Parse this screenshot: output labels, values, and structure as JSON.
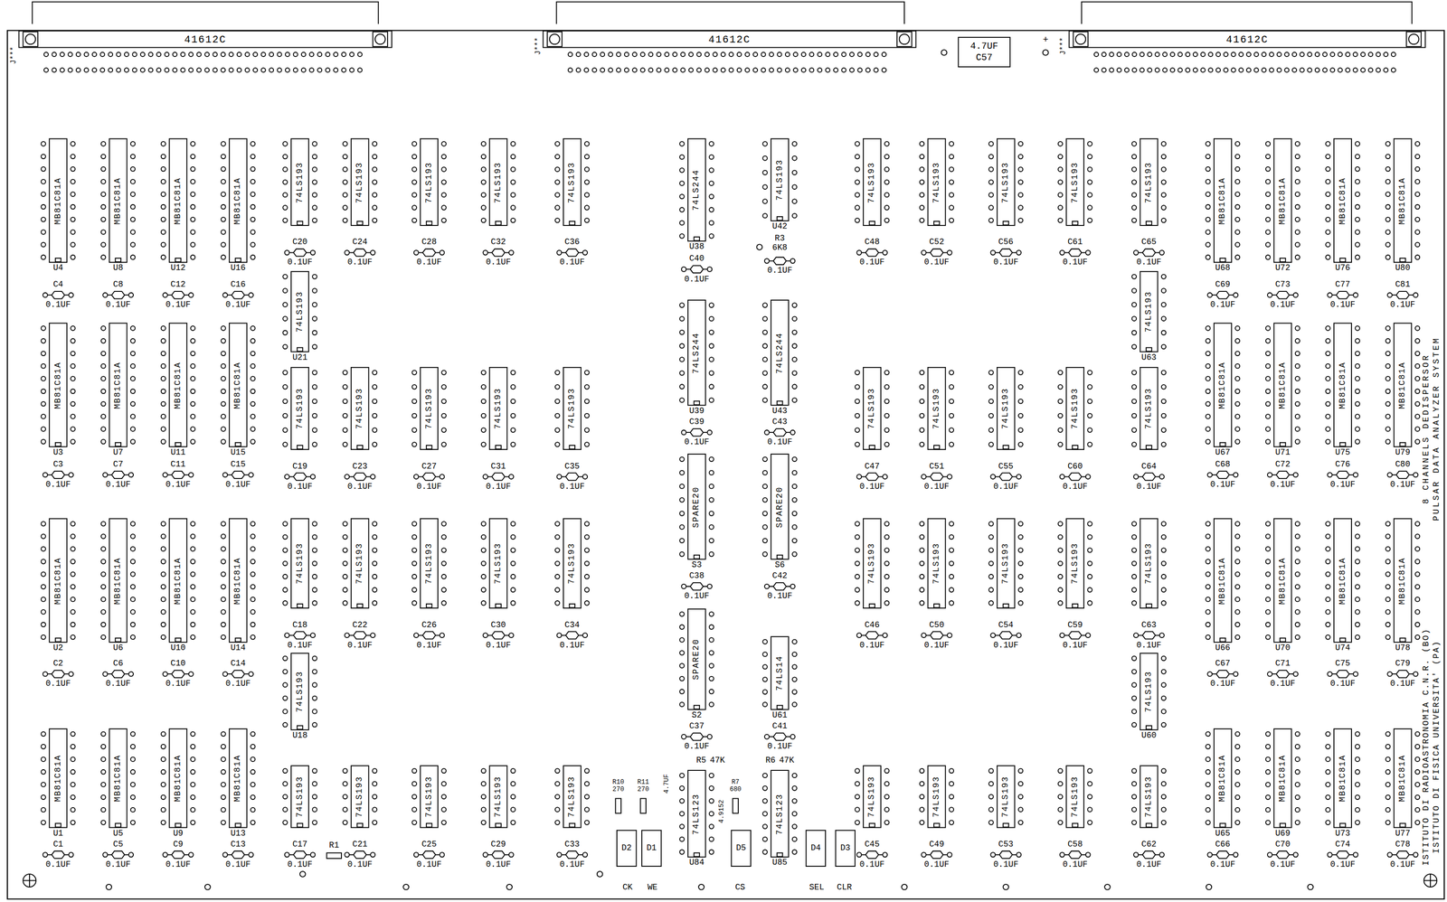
{
  "diagram": {
    "nodes": [
      {
        "text": [
          "41612C"
        ]
      },
      {
        "text": [
          "41612C"
        ]
      },
      {
        "text": [
          "41612C"
        ]
      },
      {
        "text": [
          "4.7UF",
          "C57"
        ]
      },
      {
        "text": [
          "MB81C81A",
          "U4"
        ]
      },
      {
        "text": [
          "MB81C81A",
          "U8"
        ]
      },
      {
        "text": [
          "MB81C81A",
          "U12"
        ]
      },
      {
        "text": [
          "MB81C81A",
          "U16"
        ]
      },
      {
        "text": [
          "MB81C81A",
          "U3"
        ]
      },
      {
        "text": [
          "MB81C81A",
          "U7"
        ]
      },
      {
        "text": [
          "MB81C81A",
          "U11"
        ]
      },
      {
        "text": [
          "MB81C81A",
          "U15"
        ]
      },
      {
        "text": [
          "MB81C81A",
          "U2"
        ]
      },
      {
        "text": [
          "MB81C81A",
          "U6"
        ]
      },
      {
        "text": [
          "MB81C81A",
          "U10"
        ]
      },
      {
        "text": [
          "MB81C81A",
          "U14"
        ]
      },
      {
        "text": [
          "MB81C81A",
          "U1"
        ]
      },
      {
        "text": [
          "MB81C81A",
          "U5"
        ]
      },
      {
        "text": [
          "MB81C81A",
          "U9"
        ]
      },
      {
        "text": [
          "MB81C81A",
          "U13"
        ]
      },
      {
        "text": [
          "MB81C81A",
          "U68"
        ]
      },
      {
        "text": [
          "MB81C81A",
          "U72"
        ]
      },
      {
        "text": [
          "MB81C81A",
          "U76"
        ]
      },
      {
        "text": [
          "MB81C81A",
          "U80"
        ]
      },
      {
        "text": [
          "MB81C81A",
          "U67"
        ]
      },
      {
        "text": [
          "MB81C81A",
          "U71"
        ]
      },
      {
        "text": [
          "MB81C81A",
          "U75"
        ]
      },
      {
        "text": [
          "MB81C81A",
          "U79"
        ]
      },
      {
        "text": [
          "MB81C81A",
          "U66"
        ]
      },
      {
        "text": [
          "MB81C81A",
          "U70"
        ]
      },
      {
        "text": [
          "MB81C81A",
          "U74"
        ]
      },
      {
        "text": [
          "MB81C81A",
          "U78"
        ]
      },
      {
        "text": [
          "MB81C81A",
          "U65"
        ]
      },
      {
        "text": [
          "MB81C81A",
          "U69"
        ]
      },
      {
        "text": [
          "MB81C81A",
          "U73"
        ]
      },
      {
        "text": [
          "MB81C81A",
          "U77"
        ]
      },
      {
        "text": [
          "C4",
          "0.1UF"
        ]
      },
      {
        "text": [
          "C8",
          "0.1UF"
        ]
      },
      {
        "text": [
          "C12",
          "0.1UF"
        ]
      },
      {
        "text": [
          "C16",
          "0.1UF"
        ]
      },
      {
        "text": [
          "C3",
          "0.1UF"
        ]
      },
      {
        "text": [
          "C7",
          "0.1UF"
        ]
      },
      {
        "text": [
          "C11",
          "0.1UF"
        ]
      },
      {
        "text": [
          "C15",
          "0.1UF"
        ]
      },
      {
        "text": [
          "C2",
          "0.1UF"
        ]
      },
      {
        "text": [
          "C6",
          "0.1UF"
        ]
      },
      {
        "text": [
          "C10",
          "0.1UF"
        ]
      },
      {
        "text": [
          "C14",
          "0.1UF"
        ]
      },
      {
        "text": [
          "C1",
          "0.1UF"
        ]
      },
      {
        "text": [
          "C5",
          "0.1UF"
        ]
      },
      {
        "text": [
          "C9",
          "0.1UF"
        ]
      },
      {
        "text": [
          "C13",
          "0.1UF"
        ]
      },
      {
        "text": [
          "C69",
          "0.1UF"
        ]
      },
      {
        "text": [
          "C73",
          "0.1UF"
        ]
      },
      {
        "text": [
          "C77",
          "0.1UF"
        ]
      },
      {
        "text": [
          "C81",
          "0.1UF"
        ]
      },
      {
        "text": [
          "C68",
          "0.1UF"
        ]
      },
      {
        "text": [
          "C72",
          "0.1UF"
        ]
      },
      {
        "text": [
          "C76",
          "0.1UF"
        ]
      },
      {
        "text": [
          "C80",
          "0.1UF"
        ]
      },
      {
        "text": [
          "C67",
          "0.1UF"
        ]
      },
      {
        "text": [
          "C71",
          "0.1UF"
        ]
      },
      {
        "text": [
          "C75",
          "0.1UF"
        ]
      },
      {
        "text": [
          "C79",
          "0.1UF"
        ]
      },
      {
        "text": [
          "C66",
          "0.1UF"
        ]
      },
      {
        "text": [
          "C70",
          "0.1UF"
        ]
      },
      {
        "text": [
          "C74",
          "0.1UF"
        ]
      },
      {
        "text": [
          "C78",
          "0.1UF"
        ]
      },
      {
        "text": [
          "74LS193"
        ]
      },
      {
        "text": [
          "74LS193"
        ]
      },
      {
        "text": [
          "74LS193"
        ]
      },
      {
        "text": [
          "74LS193"
        ]
      },
      {
        "text": [
          "74LS193"
        ]
      },
      {
        "text": [
          "74LS193"
        ]
      },
      {
        "text": [
          "74LS193"
        ]
      },
      {
        "text": [
          "74LS193"
        ]
      },
      {
        "text": [
          "74LS193"
        ]
      },
      {
        "text": [
          "74LS193"
        ]
      },
      {
        "text": [
          "74LS193"
        ]
      },
      {
        "text": [
          "74LS193"
        ]
      },
      {
        "text": [
          "74LS193"
        ]
      },
      {
        "text": [
          "74LS193"
        ]
      },
      {
        "text": [
          "74LS193"
        ]
      },
      {
        "text": [
          "74LS193"
        ]
      },
      {
        "text": [
          "74LS193"
        ]
      },
      {
        "text": [
          "74LS193"
        ]
      },
      {
        "text": [
          "74LS193"
        ]
      },
      {
        "text": [
          "74LS193"
        ]
      },
      {
        "text": [
          "74LS193"
        ]
      },
      {
        "text": [
          "74LS193"
        ]
      },
      {
        "text": [
          "74LS193"
        ]
      },
      {
        "text": [
          "74LS193"
        ]
      },
      {
        "text": [
          "74LS193"
        ]
      },
      {
        "text": [
          "74LS193"
        ]
      },
      {
        "text": [
          "74LS193"
        ]
      },
      {
        "text": [
          "74LS193"
        ]
      },
      {
        "text": [
          "74LS193"
        ]
      },
      {
        "text": [
          "74LS193"
        ]
      },
      {
        "text": [
          "74LS193"
        ]
      },
      {
        "text": [
          "74LS193"
        ]
      },
      {
        "text": [
          "74LS193"
        ]
      },
      {
        "text": [
          "74LS193"
        ]
      },
      {
        "text": [
          "74LS193"
        ]
      },
      {
        "text": [
          "74LS193"
        ]
      },
      {
        "text": [
          "74LS193"
        ]
      },
      {
        "text": [
          "74LS193"
        ]
      },
      {
        "text": [
          "74LS193"
        ]
      },
      {
        "text": [
          "74LS193"
        ]
      },
      {
        "text": [
          "C20",
          "0.1UF"
        ]
      },
      {
        "text": [
          "C24",
          "0.1UF"
        ]
      },
      {
        "text": [
          "C28",
          "0.1UF"
        ]
      },
      {
        "text": [
          "C32",
          "0.1UF"
        ]
      },
      {
        "text": [
          "C36",
          "0.1UF"
        ]
      },
      {
        "text": [
          "C19",
          "0.1UF"
        ]
      },
      {
        "text": [
          "C23",
          "0.1UF"
        ]
      },
      {
        "text": [
          "C27",
          "0.1UF"
        ]
      },
      {
        "text": [
          "C31",
          "0.1UF"
        ]
      },
      {
        "text": [
          "C35",
          "0.1UF"
        ]
      },
      {
        "text": [
          "C18",
          "0.1UF"
        ]
      },
      {
        "text": [
          "C22",
          "0.1UF"
        ]
      },
      {
        "text": [
          "C26",
          "0.1UF"
        ]
      },
      {
        "text": [
          "C30",
          "0.1UF"
        ]
      },
      {
        "text": [
          "C34",
          "0.1UF"
        ]
      },
      {
        "text": [
          "C17",
          "0.1UF"
        ]
      },
      {
        "text": [
          "C21",
          "0.1UF"
        ]
      },
      {
        "text": [
          "C25",
          "0.1UF"
        ]
      },
      {
        "text": [
          "C29",
          "0.1UF"
        ]
      },
      {
        "text": [
          "C33",
          "0.1UF"
        ]
      },
      {
        "text": [
          "C48",
          "0.1UF"
        ]
      },
      {
        "text": [
          "C52",
          "0.1UF"
        ]
      },
      {
        "text": [
          "C56",
          "0.1UF"
        ]
      },
      {
        "text": [
          "C61",
          "0.1UF"
        ]
      },
      {
        "text": [
          "C65",
          "0.1UF"
        ]
      },
      {
        "text": [
          "C47",
          "0.1UF"
        ]
      },
      {
        "text": [
          "C51",
          "0.1UF"
        ]
      },
      {
        "text": [
          "C55",
          "0.1UF"
        ]
      },
      {
        "text": [
          "C60",
          "0.1UF"
        ]
      },
      {
        "text": [
          "C64",
          "0.1UF"
        ]
      },
      {
        "text": [
          "C46",
          "0.1UF"
        ]
      },
      {
        "text": [
          "C50",
          "0.1UF"
        ]
      },
      {
        "text": [
          "C54",
          "0.1UF"
        ]
      },
      {
        "text": [
          "C59",
          "0.1UF"
        ]
      },
      {
        "text": [
          "C63",
          "0.1UF"
        ]
      },
      {
        "text": [
          "C45",
          "0.1UF"
        ]
      },
      {
        "text": [
          "C49",
          "0.1UF"
        ]
      },
      {
        "text": [
          "C53",
          "0.1UF"
        ]
      },
      {
        "text": [
          "C58",
          "0.1UF"
        ]
      },
      {
        "text": [
          "C62",
          "0.1UF"
        ]
      },
      {
        "text": [
          "74LS193",
          "U21"
        ]
      },
      {
        "text": [
          "74LS193",
          "U18"
        ]
      },
      {
        "text": [
          "74LS193",
          "U63"
        ]
      },
      {
        "text": [
          "74LS193",
          "U60"
        ]
      },
      {
        "text": [
          "74LS244",
          "U38"
        ]
      },
      {
        "text": [
          "74LS244",
          "U39"
        ]
      },
      {
        "text": [
          "SPARE20",
          "S3"
        ]
      },
      {
        "text": [
          "SPARE20",
          "S2"
        ]
      },
      {
        "text": [
          "74LS193",
          "U42"
        ]
      },
      {
        "text": [
          "74LS244",
          "U43"
        ]
      },
      {
        "text": [
          "SPARE20",
          "S6"
        ]
      },
      {
        "text": [
          "74LS14",
          "U61"
        ]
      },
      {
        "text": [
          "C40",
          "0.1UF"
        ]
      },
      {
        "text": [
          "C39",
          "0.1UF"
        ]
      },
      {
        "text": [
          "C38",
          "0.1UF"
        ]
      },
      {
        "text": [
          "C37",
          "0.1UF"
        ]
      },
      {
        "text": [
          "0.1UF"
        ]
      },
      {
        "text": [
          "C43",
          "0.1UF"
        ]
      },
      {
        "text": [
          "C42",
          "0.1UF"
        ]
      },
      {
        "text": [
          "C41",
          "0.1UF"
        ]
      },
      {
        "text": [
          "R3",
          "6K8"
        ]
      },
      {
        "text": [
          "74LS123",
          "U84"
        ]
      },
      {
        "text": [
          "74LS123",
          "U85"
        ]
      },
      {
        "text": [
          "D2"
        ]
      },
      {
        "text": [
          "D1"
        ]
      },
      {
        "text": [
          "D5"
        ]
      },
      {
        "text": [
          "D4"
        ]
      },
      {
        "text": [
          "D3"
        ]
      },
      {
        "text": [
          "R10",
          "270"
        ]
      },
      {
        "text": [
          "R11",
          "270"
        ]
      },
      {
        "text": [
          "R5",
          "47K"
        ]
      },
      {
        "text": [
          "R6",
          "47K"
        ]
      },
      {
        "text": [
          "R7",
          "680"
        ]
      },
      {
        "text": [
          "R1"
        ]
      }
    ],
    "labels": [
      "J***",
      "J***",
      "J***",
      "+",
      "4.7UF",
      "4.9152",
      "CK",
      "WE",
      "CS",
      "SEL",
      "CLR",
      "8 CHANNELS DEDISPERSOR",
      "PULSAR DATA ANALYZER SYSTEM",
      "ISTITUTO DI RADIOASTRONOMIA C.N.R. (BO)",
      "ISTITUTO DI FISICA UNIVERSITA' (PA)"
    ]
  }
}
